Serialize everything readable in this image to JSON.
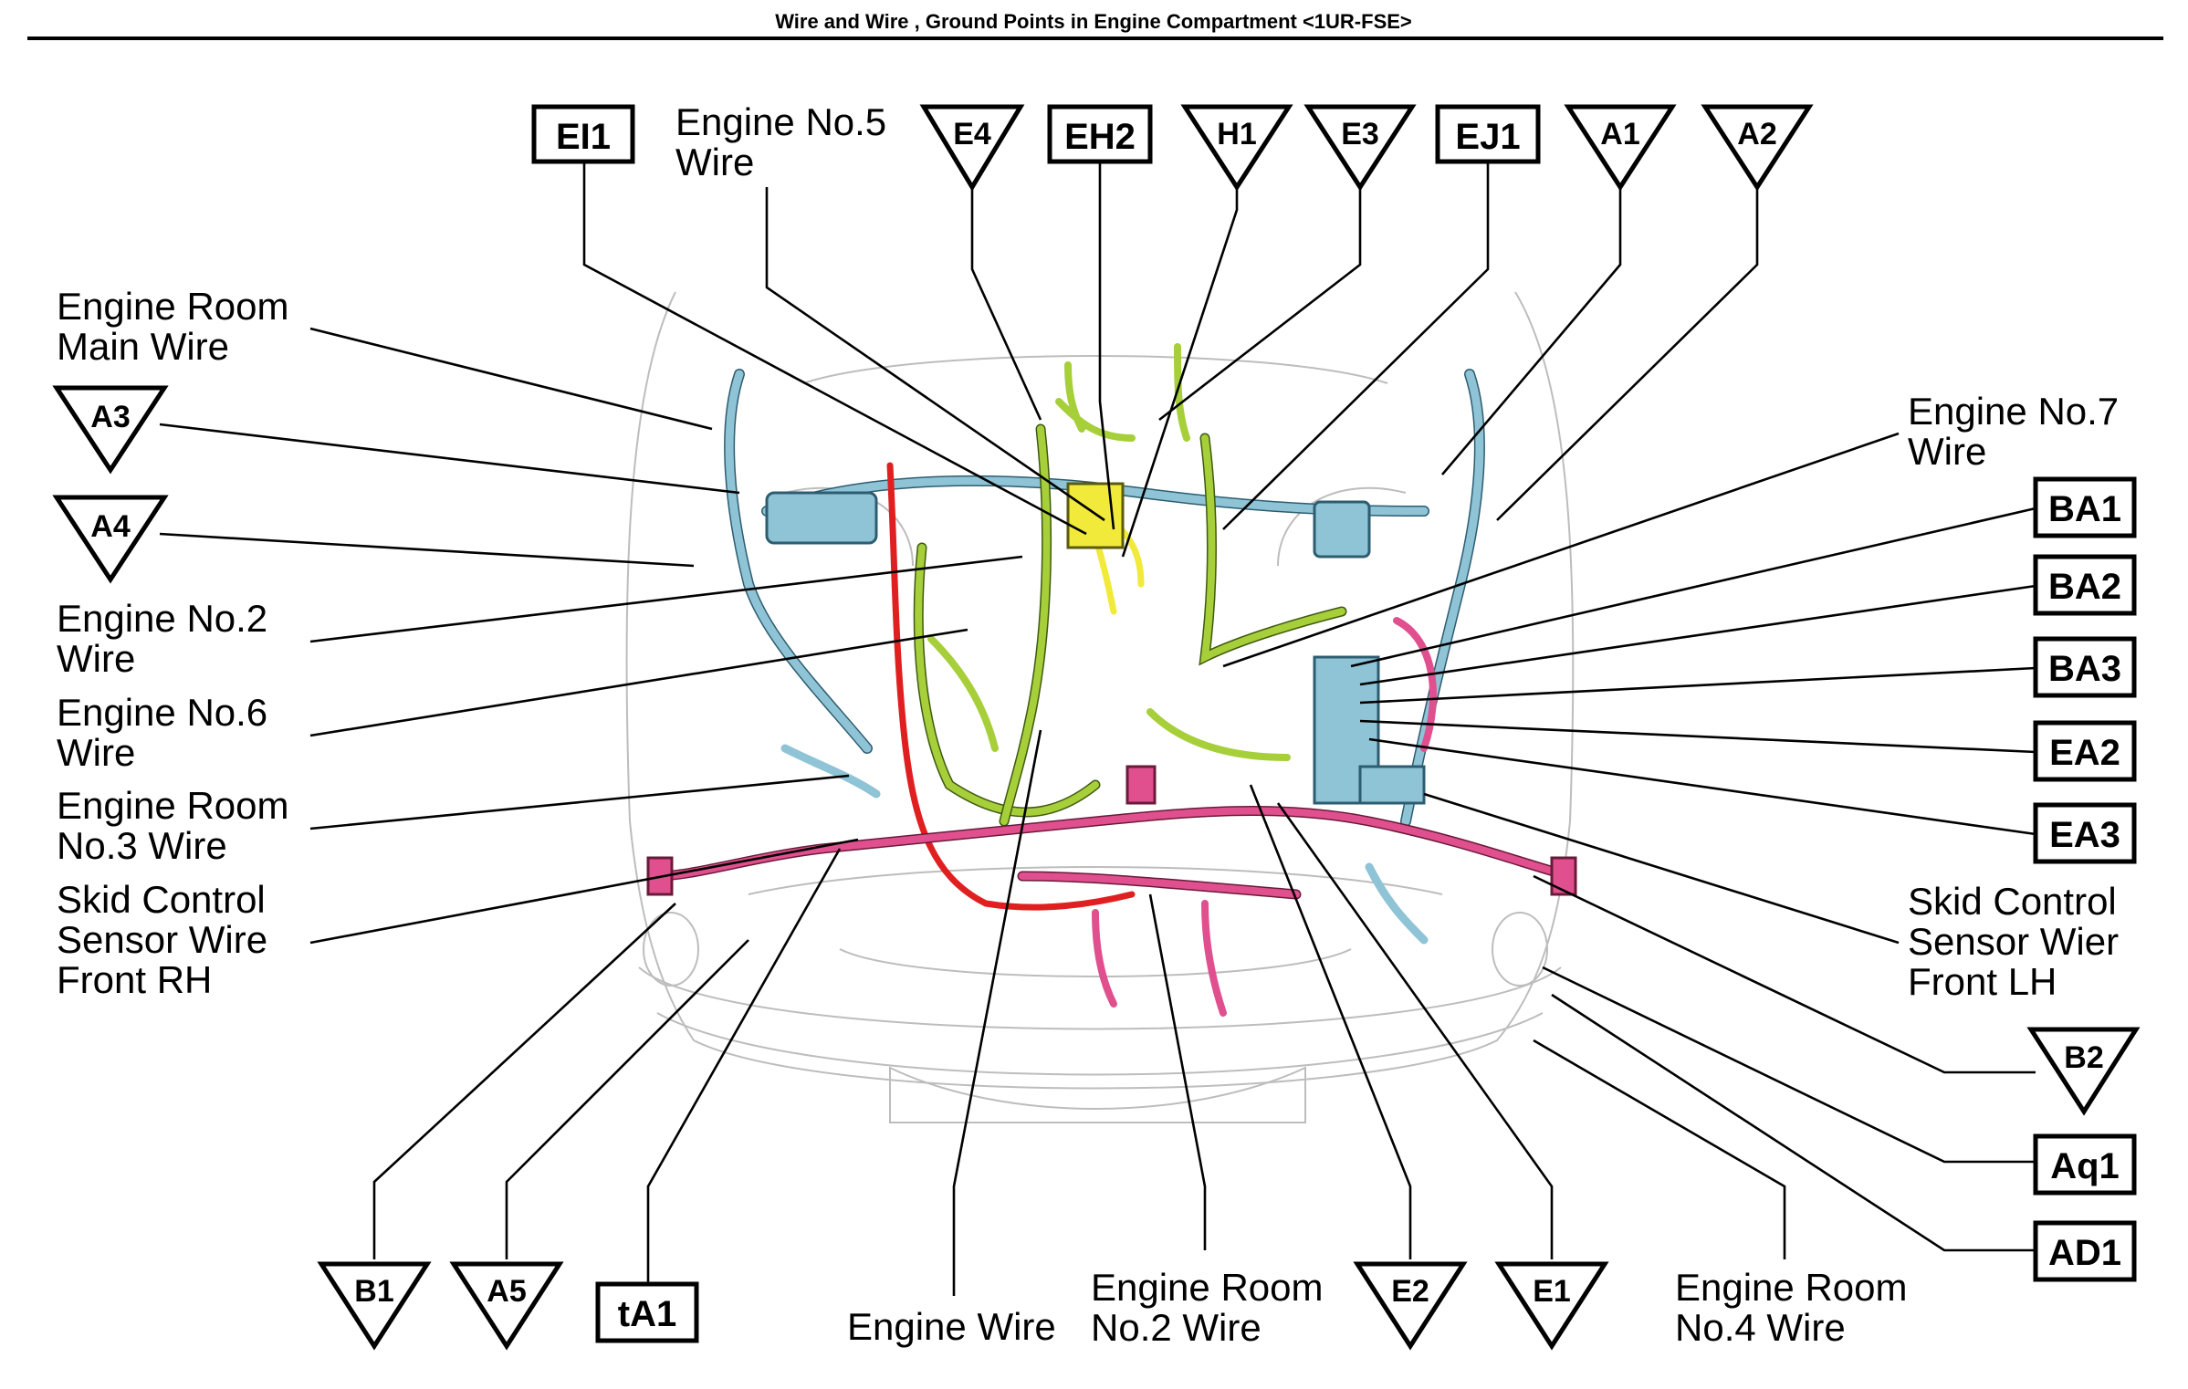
{
  "title": "Wire and Wire , Ground Points in Engine Compartment <1UR-FSE>",
  "colors": {
    "engine_room_main_wire": "#8fc3d6",
    "engine_wire": "#a6cf3a",
    "engine_room_no2_wire": "#e0508f",
    "skid_control_wire": "#e02020",
    "engine_no5_wire": "#f2ea3a"
  },
  "connectors_boxed": [
    {
      "id": "EI1",
      "label": "EI1"
    },
    {
      "id": "EH2",
      "label": "EH2"
    },
    {
      "id": "EJ1",
      "label": "EJ1"
    },
    {
      "id": "BA1",
      "label": "BA1"
    },
    {
      "id": "BA2",
      "label": "BA2"
    },
    {
      "id": "BA3",
      "label": "BA3"
    },
    {
      "id": "EA2",
      "label": "EA2"
    },
    {
      "id": "EA3",
      "label": "EA3"
    },
    {
      "id": "Aq1",
      "label": "Aq1"
    },
    {
      "id": "AD1",
      "label": "AD1"
    },
    {
      "id": "tA1",
      "label": "tA1"
    }
  ],
  "ground_points": [
    {
      "id": "E4",
      "label": "E4"
    },
    {
      "id": "H1",
      "label": "H1"
    },
    {
      "id": "E3",
      "label": "E3"
    },
    {
      "id": "A1",
      "label": "A1"
    },
    {
      "id": "A2",
      "label": "A2"
    },
    {
      "id": "A3",
      "label": "A3"
    },
    {
      "id": "A4",
      "label": "A4"
    },
    {
      "id": "B2",
      "label": "B2"
    },
    {
      "id": "B1",
      "label": "B1"
    },
    {
      "id": "A5",
      "label": "A5"
    },
    {
      "id": "E2",
      "label": "E2"
    },
    {
      "id": "E1",
      "label": "E1"
    }
  ],
  "wire_labels": [
    {
      "id": "engine-no5",
      "lines": [
        "Engine No.5",
        "Wire"
      ]
    },
    {
      "id": "engine-room-main",
      "lines": [
        "Engine Room",
        "Main Wire"
      ]
    },
    {
      "id": "engine-no2",
      "lines": [
        "Engine No.2",
        "Wire"
      ]
    },
    {
      "id": "engine-no6",
      "lines": [
        "Engine No.6",
        "Wire"
      ]
    },
    {
      "id": "engine-room-no3",
      "lines": [
        "Engine Room",
        "No.3 Wire"
      ]
    },
    {
      "id": "skid-front-rh",
      "lines": [
        "Skid Control",
        "Sensor Wire",
        "Front RH"
      ]
    },
    {
      "id": "engine-no7",
      "lines": [
        "Engine No.7",
        "Wire"
      ]
    },
    {
      "id": "skid-front-lh",
      "lines": [
        "Skid Control",
        "Sensor Wier",
        "Front LH"
      ]
    },
    {
      "id": "engine-wire",
      "lines": [
        "Engine Wire"
      ]
    },
    {
      "id": "engine-room-no2",
      "lines": [
        "Engine Room",
        "No.2 Wire"
      ]
    },
    {
      "id": "engine-room-no4",
      "lines": [
        "Engine Room",
        "No.4 Wire"
      ]
    }
  ]
}
